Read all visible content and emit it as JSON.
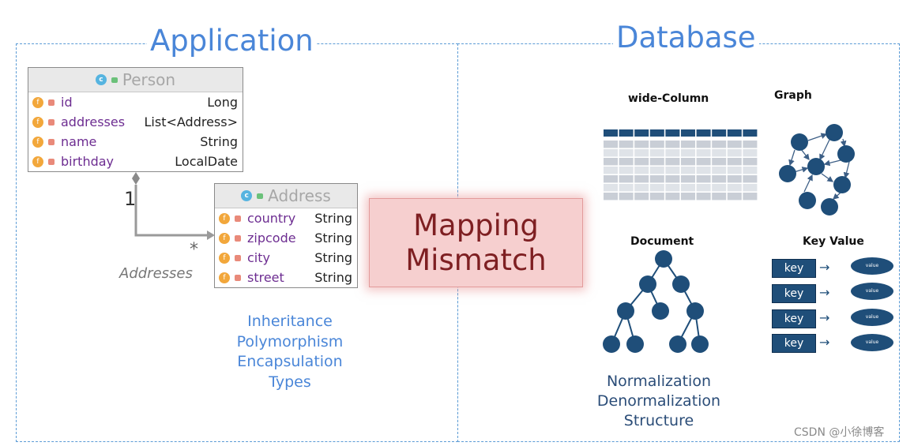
{
  "application": {
    "title": "Application",
    "person_class": {
      "name": "Person",
      "fields": [
        {
          "name": "id",
          "type": "Long"
        },
        {
          "name": "addresses",
          "type": "List<Address>"
        },
        {
          "name": "name",
          "type": "String"
        },
        {
          "name": "birthday",
          "type": "LocalDate"
        }
      ]
    },
    "address_class": {
      "name": "Address",
      "fields": [
        {
          "name": "country",
          "type": "String"
        },
        {
          "name": "zipcode",
          "type": "String"
        },
        {
          "name": "city",
          "type": "String"
        },
        {
          "name": "street",
          "type": "String"
        }
      ]
    },
    "association": {
      "multiplicity_one": "1",
      "multiplicity_many": "*",
      "label": "Addresses"
    },
    "concepts": [
      "Inheritance",
      "Polymorphism",
      "Encapsulation",
      "Types"
    ]
  },
  "mapping": {
    "line1": "Mapping",
    "line2": "Mismatch"
  },
  "database": {
    "title": "Database",
    "labels": {
      "wide_column": "wide-Column",
      "graph": "Graph",
      "document": "Document",
      "key_value": "Key Value"
    },
    "key_value_pairs": [
      {
        "key": "key",
        "value": "value"
      },
      {
        "key": "key",
        "value": "value"
      },
      {
        "key": "key",
        "value": "value"
      },
      {
        "key": "key",
        "value": "value"
      }
    ],
    "concepts": [
      "Normalization",
      "Denormalization",
      "Structure"
    ]
  },
  "watermark": "CSDN @小徐博客",
  "colors": {
    "accent_blue": "#4a86d8",
    "panel_border": "#5b9bd5",
    "db_navy": "#1f4e79",
    "mismatch_fill": "#f6cfcf",
    "mismatch_text": "#7e1f22",
    "field_name": "#6d2d91"
  }
}
